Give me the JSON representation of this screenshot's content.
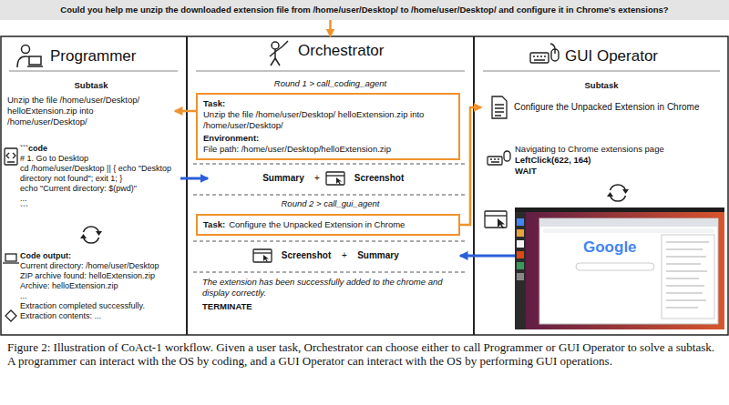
{
  "diagram": {
    "caption": "Figure 2: Illustration of CoAct-1 workflow. Given a user task, Orchestrator can choose either to call Programmer or GUI Operator to solve a subtask. A programmer can interact with the OS by coding, and a GUI Operator can interact with the OS by performing GUI operations.",
    "nodes": [
      {
        "text": [
          "Could you help me unzip the downloaded extension file from /home/user/Desktop/ to /home/user/Desktop/ and configure it in Chrome's extensions?"
        ]
      },
      {
        "text": [
          "Programmer"
        ]
      },
      {
        "text": [
          "Subtask",
          "Unzip the file /home/user/Desktop/ helloExtension.zip into /home/user/Desktop/"
        ],
        "in": 1
      },
      {
        "text": [
          "```code",
          "# 1. Go to Desktop",
          "cd /home/user/Desktop || { echo \"Desktop directory not found\"; exit 1; }",
          "echo \"Current directory: $(pwd)\"",
          "...",
          "```"
        ],
        "in": 1
      },
      {
        "text": [
          "Code output:",
          "Current directory: /home/user/Desktop",
          "ZIP archive found: helloExtension.zip",
          "Archive: helloExtension.zip",
          "...",
          "Extraction completed successfully.",
          "Extraction contents: ..."
        ],
        "in": 1
      },
      {
        "text": [
          "Orchestrator",
          "Round 1 > call_coding_agent",
          "Round 2 > call_gui_agent"
        ]
      },
      {
        "text": [
          "Task:",
          "Unzip the file /home/user/Desktop/ helloExtension.zip into /home/user/Desktop/",
          "Environment:",
          "File path: /home/user/Desktop/helloExtension.zip"
        ],
        "in": 5
      },
      {
        "text": [
          "Summary",
          "+",
          "Screenshot"
        ],
        "in": 5
      },
      {
        "text": [
          "Task:",
          "Configure the Unpacked Extension in Chrome"
        ],
        "in": 5
      },
      {
        "text": [
          "Screenshot",
          "+",
          "Summary"
        ],
        "in": 5
      },
      {
        "text": [
          "The extension has been successfully added to the chrome and display correctly.",
          "TERMINATE"
        ],
        "in": 5
      },
      {
        "text": [
          "GUI Operator"
        ]
      },
      {
        "text": [
          "Subtask",
          "Configure the Unpacked Extension in Chrome"
        ],
        "in": 11
      },
      {
        "text": [
          "Navigating to Chrome extensions page",
          "LeftClick(622, 164)",
          "WAIT"
        ],
        "in": 11
      },
      {
        "text": [
          "Google"
        ],
        "in": 11
      }
    ],
    "edges": [
      {
        "from": 0,
        "to": 5,
        "arrow": "to"
      },
      {
        "from": 6,
        "to": 2,
        "arrow": "to"
      },
      {
        "from": 8,
        "to": 12,
        "arrow": "to"
      },
      {
        "from": 3,
        "to": 7,
        "arrow": "to"
      },
      {
        "from": 14,
        "to": 9,
        "arrow": "to"
      }
    ]
  }
}
